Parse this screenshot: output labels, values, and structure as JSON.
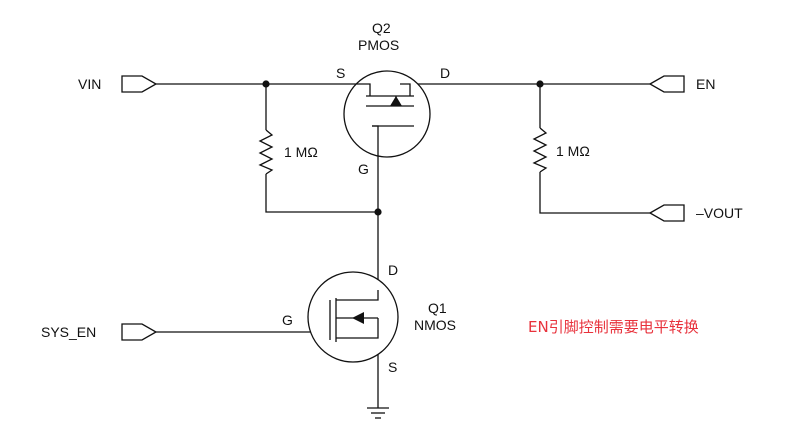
{
  "nets": {
    "vin": "VIN",
    "sys_en": "SYS_EN",
    "en": "EN",
    "vout": "–VOUT"
  },
  "q2": {
    "ref": "Q2",
    "type": "PMOS",
    "source": "S",
    "drain": "D",
    "gate": "G"
  },
  "q1": {
    "ref": "Q1",
    "type": "NMOS",
    "drain": "D",
    "gate": "G",
    "source": "S"
  },
  "resistors": {
    "r1": "1 MΩ",
    "r2": "1 MΩ"
  },
  "annotation": {
    "text": "EN引脚控制需要电平转换",
    "color": "#e8323c"
  }
}
